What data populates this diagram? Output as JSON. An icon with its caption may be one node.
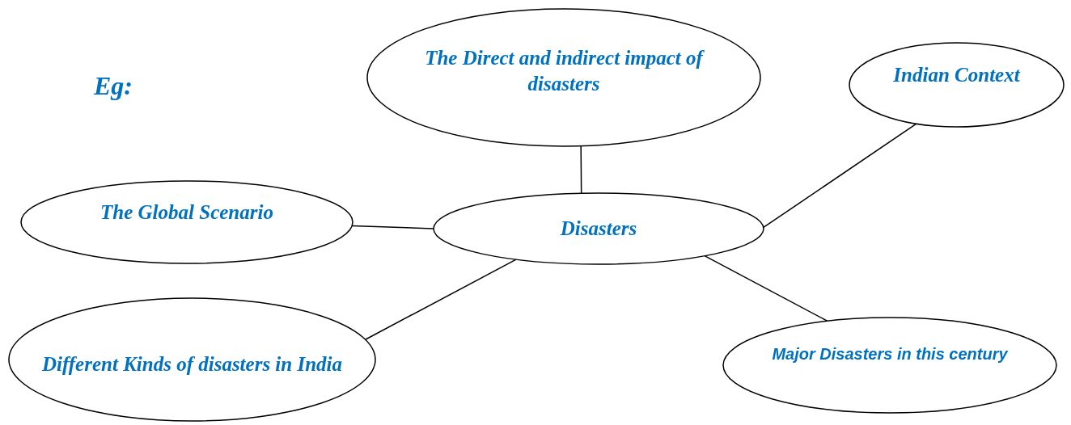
{
  "diagram": {
    "nodes": [
      {
        "text": [
          "Disasters"
        ]
      },
      {
        "text": [
          "The Direct and indirect impact of disasters"
        ]
      },
      {
        "text": [
          "Indian Context"
        ]
      },
      {
        "text": [
          "The Global Scenario"
        ]
      },
      {
        "text": [
          "Different Kinds of disasters in India"
        ]
      },
      {
        "text": [
          "Major Disasters in this century"
        ]
      }
    ],
    "edges": [
      {
        "from": 0,
        "to": 1,
        "arrow": "none"
      },
      {
        "from": 0,
        "to": 2,
        "arrow": "none"
      },
      {
        "from": 0,
        "to": 3,
        "arrow": "none"
      },
      {
        "from": 0,
        "to": 4,
        "arrow": "none"
      },
      {
        "from": 0,
        "to": 5,
        "arrow": "none"
      }
    ],
    "labels": [
      "Eg:"
    ]
  }
}
